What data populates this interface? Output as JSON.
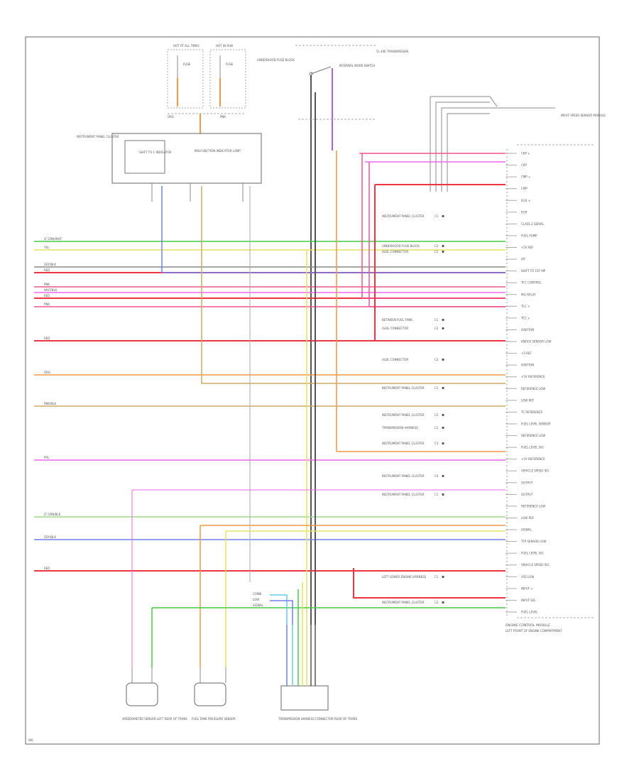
{
  "figure_code": "W0",
  "colors": {
    "border": "#666666",
    "green": "#44cc44",
    "yellow": "#e8e060",
    "blue": "#7080ee",
    "magenta": "#ee66ee",
    "pink": "#ee5588",
    "red": "#ee3344",
    "orange": "#ee9944",
    "tan": "#ccaa66",
    "purple": "#aa66cc",
    "gray": "#888888",
    "light_green": "#99dd88"
  },
  "top": {
    "fuse_a": "HOT AT ALL TIMES",
    "fuse_b": "HOT IN RUN",
    "fuse_block": "UNDERHOOD FUSE BLOCK",
    "fuse_a_label": "FUSE",
    "fuse_b_label": "FUSE",
    "fuse_a_wire": "ORG",
    "fuse_b_wire": "PNK",
    "ipc": "INSTRUMENT PANEL CLUSTER",
    "ipc_indicator": "SHIFT TO 1 INDICATOR",
    "ipc_lamp": "MALFUNCTION INDICATOR LAMP",
    "trans": "5L 40E TRANSMISSION",
    "trans_switch": "INTERNAL MODE SWITCH",
    "sensor_module": "INPUT SPEED SENSOR MODULE"
  },
  "ecm": {
    "title": "ENGINE CONTROL MODULE",
    "subtitle": "LEFT FRONT OF ENGINE COMPARTMENT"
  },
  "left_wires": [
    "LT GRN/WHT",
    "YEL",
    "GRY/BLK",
    "RED",
    "PNK",
    "WHT/BLK",
    "RED",
    "PNK",
    "RED",
    "ORG",
    "PNK/BLK",
    "PPL",
    "LT GRN/BLK",
    "GRY/BLK",
    "RED"
  ],
  "ecm_pins": [
    {
      "label": "CKP +"
    },
    {
      "label": "CKP"
    },
    {
      "label": "CMP +"
    },
    {
      "label": "CMP"
    },
    {
      "label": "EGR +"
    },
    {
      "label": "EGR"
    },
    {
      "label": "CLASS 2 SERIAL"
    },
    {
      "label": "FUEL PUMP"
    },
    {
      "label": "+5V REF"
    },
    {
      "label": "IAT"
    },
    {
      "label": "SHIFT TO 1ST MP"
    },
    {
      "label": "TCC CONTROL"
    },
    {
      "label": "MIL RELAY"
    },
    {
      "label": "TCC +"
    },
    {
      "label": "TCC +"
    },
    {
      "label": "IGNITION"
    },
    {
      "label": "KNOCK SENSOR LOW"
    },
    {
      "label": "+5 REF"
    },
    {
      "label": "IGNITION"
    },
    {
      "label": "+5V REFERENCE"
    },
    {
      "label": "REFERENCE LOW"
    },
    {
      "label": "LOW REF"
    },
    {
      "label": "TC REFERENCE"
    },
    {
      "label": "FUEL LEVEL SENSOR"
    },
    {
      "label": "REFERENCE LOW"
    },
    {
      "label": "FUEL LEVEL SIG"
    },
    {
      "label": "+5V REFERENCE"
    },
    {
      "label": "VEHICLE SPEED SIG"
    },
    {
      "label": "OUTPUT"
    },
    {
      "label": "OUTPUT"
    },
    {
      "label": "REFERENCE LOW"
    },
    {
      "label": "LOW REF"
    },
    {
      "label": "SIGNAL"
    },
    {
      "label": "TFP SENSOR LOW"
    },
    {
      "label": "FUEL LEVEL SIG"
    },
    {
      "label": "VEHICLE SPEED SIG"
    },
    {
      "label": "VSS LOW"
    },
    {
      "label": "INPUT +"
    },
    {
      "label": "INPUT SIG"
    },
    {
      "label": "FUEL LEVEL"
    }
  ],
  "splices": [
    {
      "label": "INSTRUMENT PANEL CLUSTER",
      "pin": "C1"
    },
    {
      "label": "UNDERHOOD FUSE BLOCK",
      "pin": "C2"
    },
    {
      "label": "ALDL CONNECTOR",
      "pin": "C1"
    },
    {
      "label": "BETWEEN FUEL TANK",
      "pin": "C1"
    },
    {
      "label": "ALDL CONNECTOR",
      "pin": "C2"
    },
    {
      "label": "ALDL CONNECTOR",
      "pin": "C3"
    },
    {
      "label": "INSTRUMENT PANEL CLUSTER",
      "pin": "C1"
    },
    {
      "label": "INSTRUMENT PANEL CLUSTER",
      "pin": "C2"
    },
    {
      "label": "TRANSMISSION HARNESS",
      "pin": "C1"
    },
    {
      "label": "INSTRUMENT PANEL CLUSTER",
      "pin": "C3"
    },
    {
      "label": "INSTRUMENT PANEL CLUSTER",
      "pin": "C4"
    },
    {
      "label": "INSTRUMENT PANEL CLUSTER",
      "pin": "C1"
    },
    {
      "label": "LEFT LOWER ENGINE HARNESS",
      "pin": "C1"
    },
    {
      "label": "INSTRUMENT PANEL CLUSTER",
      "pin": "C2"
    }
  ],
  "bottom": {
    "speedometer": "SPEEDOMETER SENSOR LEFT REAR OF TRANS",
    "fuel_tank": "FUEL TANK PRESSURE SENSOR",
    "trans_harness": "TRANSMISSION HARNESS CONNECTOR REAR OF TRANS",
    "connector_labels": [
      "COMB",
      "LOW",
      "SIGNAL"
    ]
  }
}
